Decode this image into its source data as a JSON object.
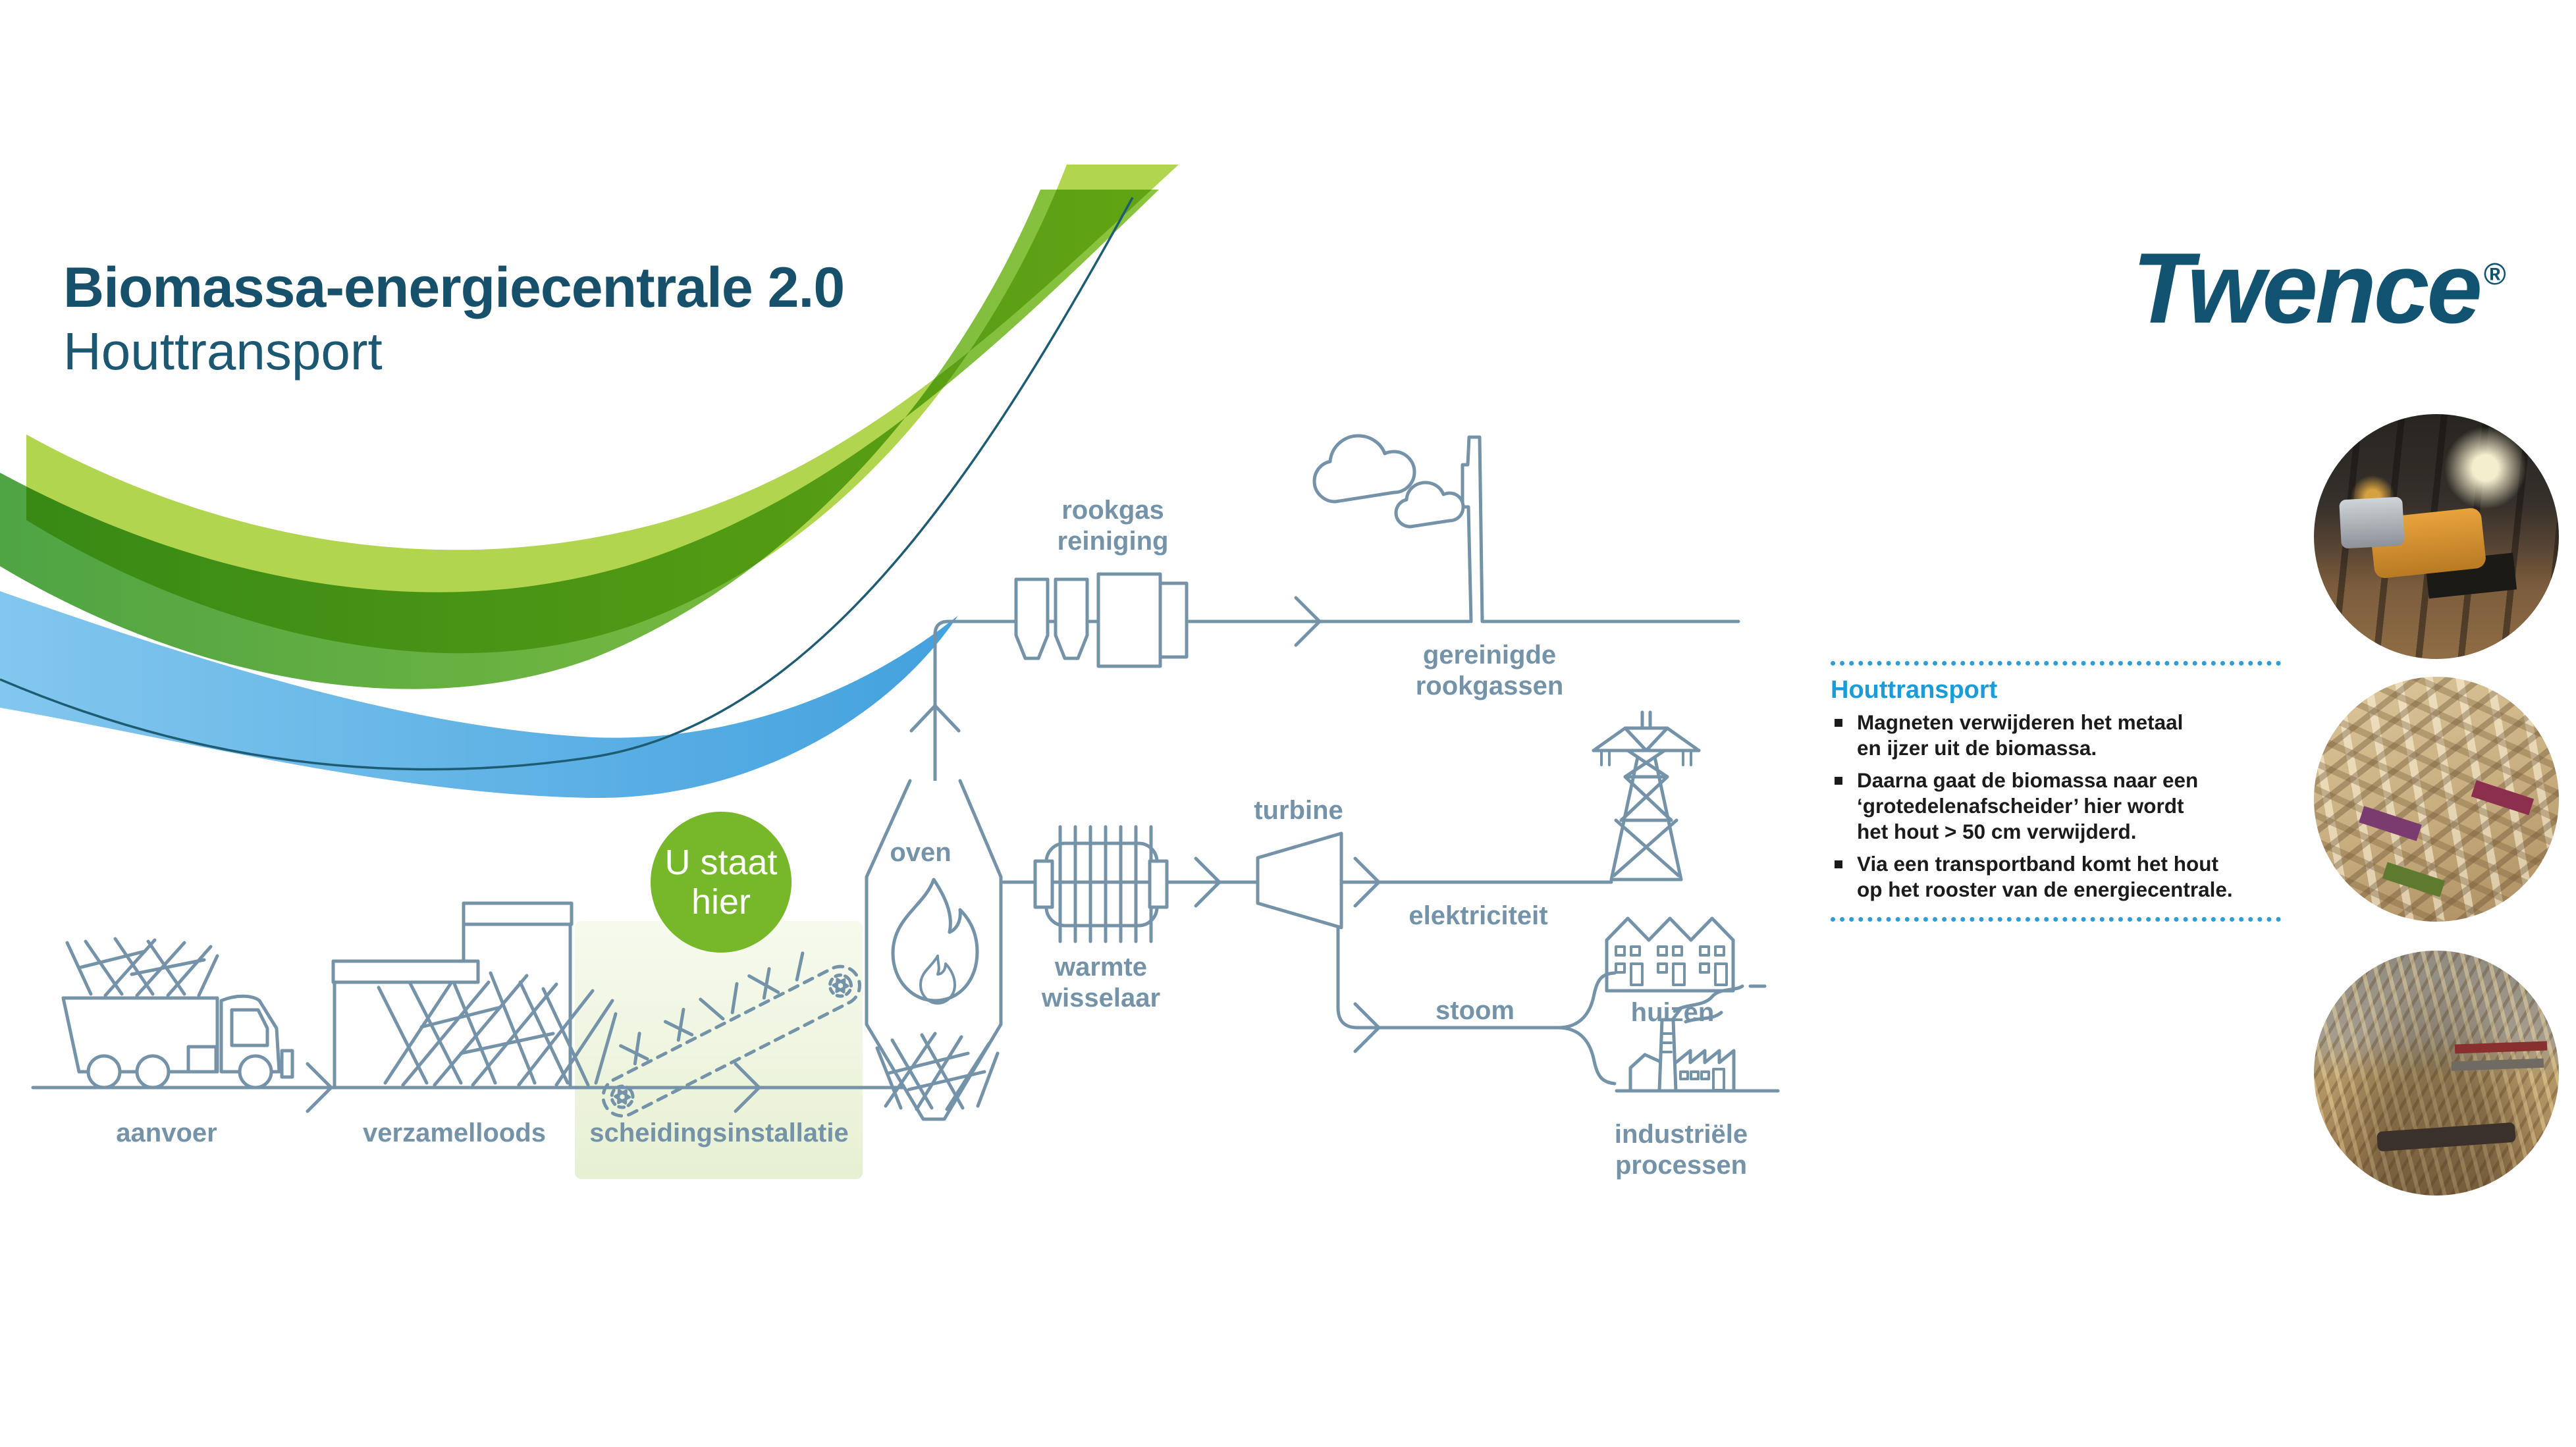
{
  "header": {
    "title": "Biomassa-energiecentrale 2.0",
    "subtitle": "Houttransport"
  },
  "logo": {
    "text": "Twence",
    "registered": "®"
  },
  "badge": {
    "text": "U staat\nhier"
  },
  "diagram": {
    "labels": {
      "rookgas_reiniging": "rookgas\nreiniging",
      "gereinigde_rookgassen": "gereinigde\nrookgassen",
      "turbine": "turbine",
      "oven": "oven",
      "warmte_wisselaar": "warmte\nwisselaar",
      "elektriciteit": "elektriciteit",
      "stoom": "stoom",
      "huizen": "huizen",
      "industriele_processen": "industriële\nprocessen",
      "aanvoer": "aanvoer",
      "verzamelloods": "verzamelloods",
      "scheidingsinstallatie": "scheidingsinstallatie"
    }
  },
  "sidebar": {
    "heading": "Houttransport",
    "bullets": [
      "Magneten verwijderen het metaal\nen ijzer uit de biomassa.",
      "Daarna gaat de biomassa naar een\n‘grotedelenafscheider’ hier wordt\nhet hout > 50 cm verwijderd.",
      "Via een transportband komt het hout\nop het rooster van de energiecentrale."
    ]
  },
  "photos": [
    {
      "name": "wheel-loader-in-waste-hall"
    },
    {
      "name": "wooden-crates-pile"
    },
    {
      "name": "wood-chips-on-grate"
    }
  ],
  "colors": {
    "title_teal": "#17506a",
    "logo_teal": "#115371",
    "diagram_line": "#7493a9",
    "accent_green": "#76b82a",
    "panel_green": "#e9f2d6",
    "sidebar_blue": "#1b9cd9",
    "swoosh_green_dark": "#4fa444",
    "swoosh_green_light": "#a9d13c",
    "swoosh_blue": "#5db1e4"
  }
}
